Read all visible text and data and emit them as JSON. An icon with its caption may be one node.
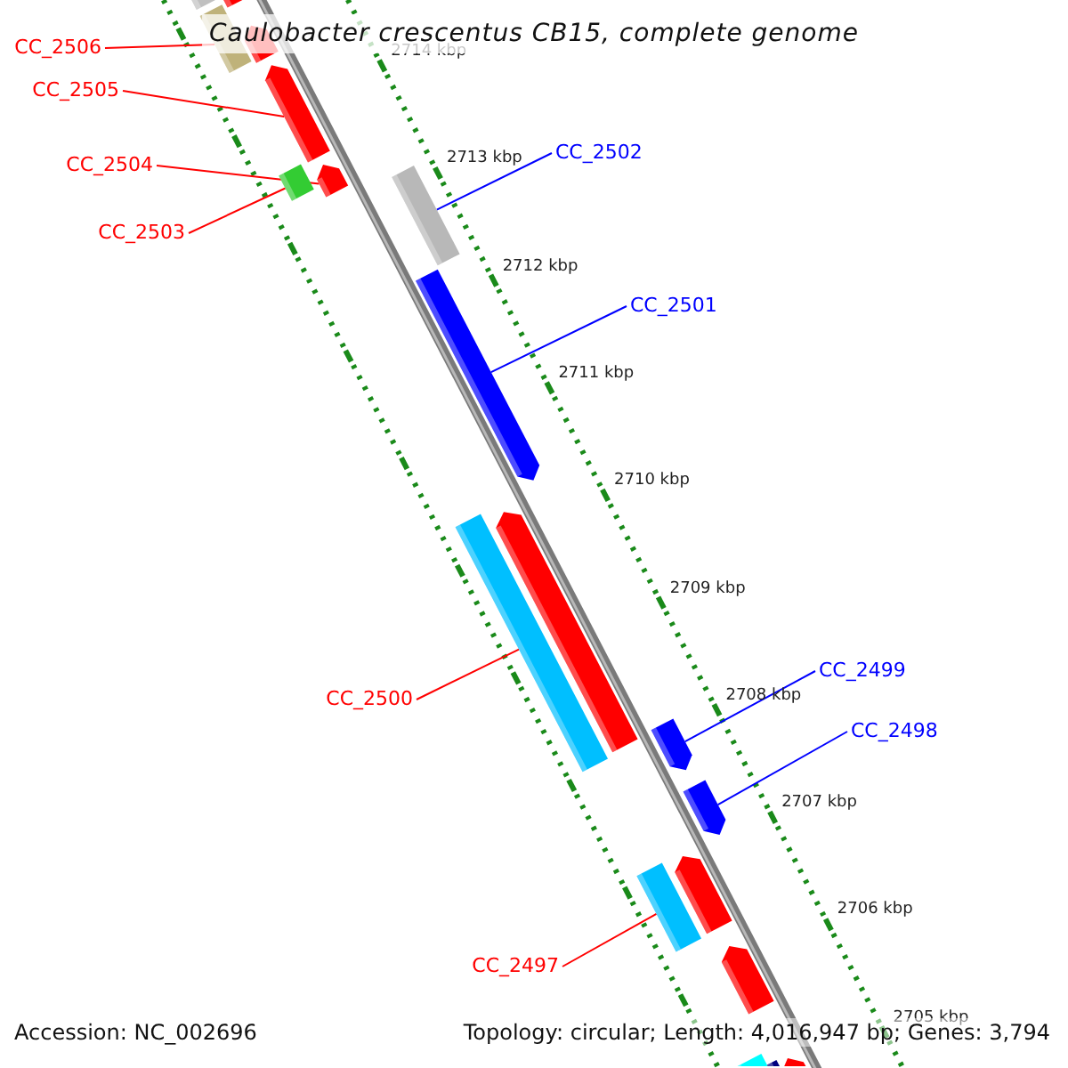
{
  "diagram": {
    "title": "Caulobacter crescentus CB15, complete genome",
    "nodes": [
      {
        "text": [
          "CC_2506"
        ]
      },
      {
        "text": [],
        "shape": "bar"
      },
      {
        "text": [
          "CC_2505"
        ]
      },
      {
        "text": [],
        "shape": "arrow"
      },
      {
        "text": [
          "CC_2504"
        ]
      },
      {
        "text": [],
        "shape": "arrow"
      },
      {
        "text": [
          "CC_2503"
        ]
      },
      {
        "text": [],
        "shape": "bar"
      },
      {
        "text": [
          "CC_2502"
        ]
      },
      {
        "text": [],
        "shape": "bar"
      },
      {
        "text": [
          "CC_2501"
        ]
      },
      {
        "text": [],
        "shape": "arrow"
      },
      {
        "text": [
          "CC_2500"
        ]
      },
      {
        "text": [],
        "shape": "bar"
      },
      {
        "text": [
          "CC_2499"
        ]
      },
      {
        "text": [],
        "shape": "arrow"
      },
      {
        "text": [
          "CC_2498"
        ]
      },
      {
        "text": [],
        "shape": "arrow"
      },
      {
        "text": [
          "CC_2497"
        ]
      },
      {
        "text": [],
        "shape": "bar"
      },
      {
        "text": [],
        "shape": "bar"
      },
      {
        "text": [],
        "shape": "arrow"
      },
      {
        "text": [],
        "shape": "arrow"
      },
      {
        "text": [],
        "shape": "arrow"
      },
      {
        "text": [],
        "shape": "arrow"
      },
      {
        "text": [],
        "shape": "arrow"
      },
      {
        "text": [],
        "shape": "bar"
      },
      {
        "text": [],
        "shape": "bar"
      },
      {
        "text": [],
        "shape": "arrow"
      }
    ],
    "edges": [
      {
        "from": 0,
        "to": 1,
        "arrow": "none"
      },
      {
        "from": 2,
        "to": 3,
        "arrow": "none"
      },
      {
        "from": 4,
        "to": 5,
        "arrow": "none"
      },
      {
        "from": 6,
        "to": 7,
        "arrow": "none"
      },
      {
        "from": 8,
        "to": 9,
        "arrow": "none",
        "color": "#0000ff"
      },
      {
        "from": 10,
        "to": 11,
        "arrow": "none",
        "color": "#0000ff"
      },
      {
        "from": 12,
        "to": 13,
        "arrow": "none"
      },
      {
        "from": 14,
        "to": 15,
        "arrow": "none",
        "color": "#0000ff"
      },
      {
        "from": 16,
        "to": 17,
        "arrow": "none",
        "color": "#0000ff"
      },
      {
        "from": 18,
        "to": 19,
        "arrow": "none"
      }
    ],
    "labels": [
      "2714 kbp",
      "2713 kbp",
      "2712 kbp",
      "2711 kbp",
      "2710 kbp",
      "2709 kbp",
      "2708 kbp",
      "2707 kbp",
      "2706 kbp",
      "2705 kbp",
      "Accession: NC_002696",
      "Topology: circular; Length: 4,016,947 bp; Genes: 3,794"
    ]
  }
}
